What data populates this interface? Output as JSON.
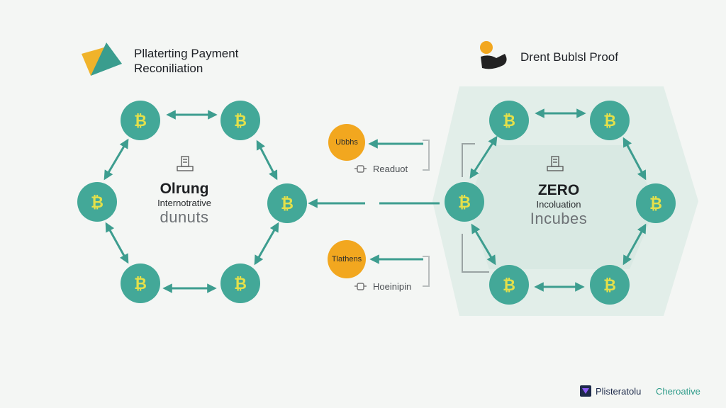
{
  "header": {
    "left_title_line1": "Pllaterting Payment",
    "left_title_line2": "Reconiliation",
    "right_title": "Drent Bublsl Proof"
  },
  "left_hex": {
    "title": "Olrung",
    "subtitle": "Internotrative",
    "caption": "dunuts",
    "node_symbol": "₿"
  },
  "right_hex": {
    "title": "ZERO",
    "subtitle": "Incoluation",
    "caption": "Incubes",
    "node_symbol": "₿"
  },
  "middle": {
    "top_bubble": "Ubbhs",
    "top_label": "Readuot",
    "bottom_bubble": "Tlathens",
    "bottom_label": "Hoeinipin"
  },
  "footer": {
    "brand_part1": "Plisteratolu",
    "brand_part2": "Cheroative"
  },
  "colors": {
    "node": "#43a898",
    "node_symbol": "#e4e04a",
    "arrow": "#3d9d8f",
    "bubble": "#f2a71f",
    "panel": "#dcebe6",
    "logo_yellow": "#f0b32a",
    "logo_teal": "#3a9d8e",
    "text_dark": "#1e2126",
    "footer_teal": "#2f9c8a",
    "footer_navy": "#1d2a4a"
  }
}
